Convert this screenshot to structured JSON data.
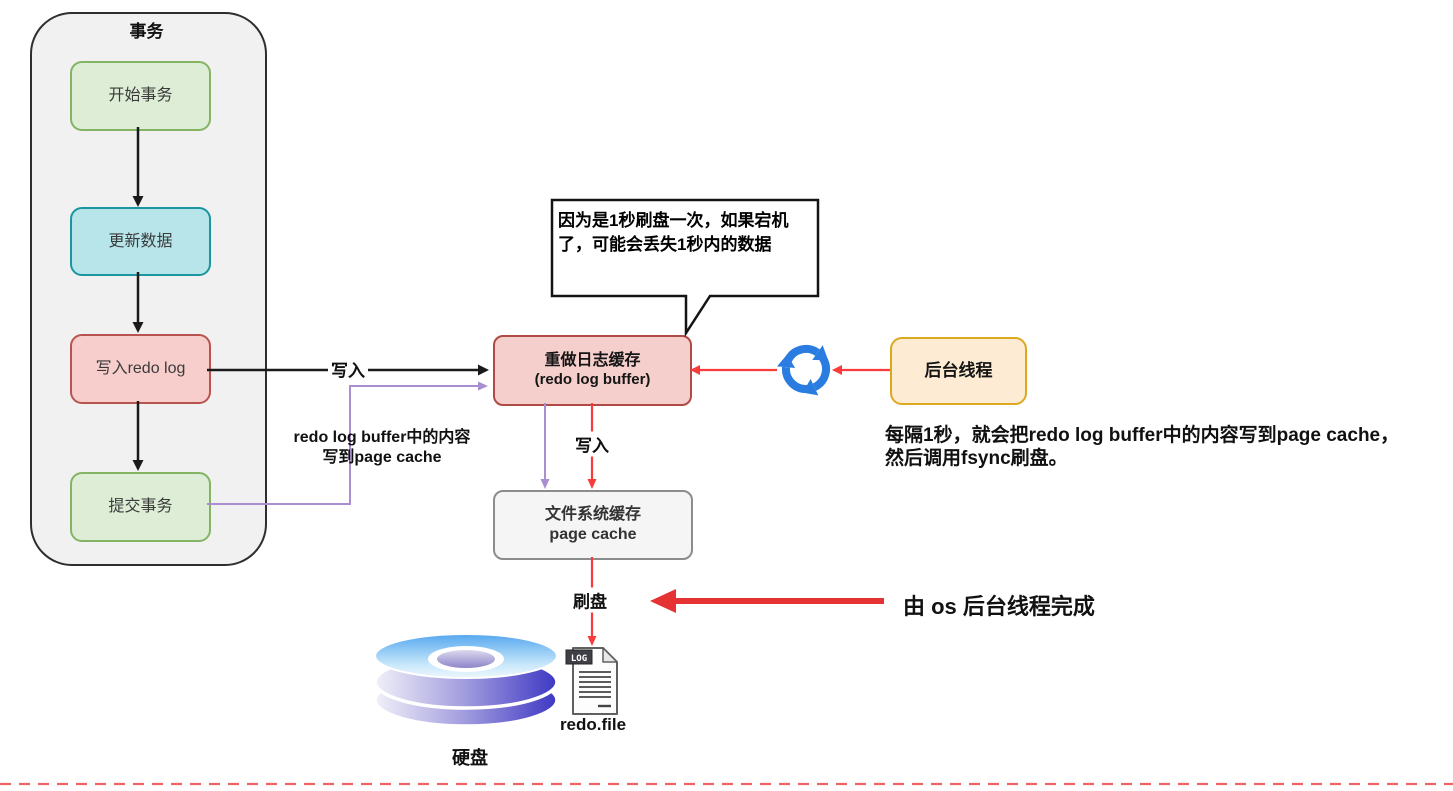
{
  "transaction": {
    "title": "事务",
    "steps": {
      "begin": "开始事务",
      "update": "更新数据",
      "write_redo": "写入redo log",
      "commit": "提交事务"
    }
  },
  "redo_log_buffer": {
    "title": "重做日志缓存",
    "subtitle": "(redo log buffer)"
  },
  "page_cache": {
    "title": "文件系统缓存",
    "subtitle": "page cache"
  },
  "background_thread": {
    "label": "后台线程"
  },
  "callout": {
    "line1": "因为是1秒刷盘一次，如果宕机",
    "line2": "了，可能会丢失1秒内的数据"
  },
  "edge_labels": {
    "write_to_buffer": "写入",
    "write_to_cache": "写入",
    "flush_disk": "刷盘",
    "commit_note_line1": "redo log buffer中的内容",
    "commit_note_line2": "写到page cache"
  },
  "notes": {
    "interval_line1": "每隔1秒，就会把redo log buffer中的内容写到page cache，",
    "interval_line2": "然后调用fsync刷盘。",
    "os_thread": "由 os 后台线程完成"
  },
  "disk": {
    "label": "硬盘"
  },
  "redo_file": {
    "label": "redo.file",
    "badge": "LOG"
  },
  "colors": {
    "green_fill": "#ddedd6",
    "green_border": "#83b463",
    "teal_fill": "#b7e5e9",
    "teal_border": "#1a96a0",
    "red_fill": "#f8cecc",
    "red_border": "#b85450",
    "orange_fill": "#fdecd3",
    "orange_border": "#dca81e",
    "purple_line": "#a98fd0",
    "red_line": "#f93b3b",
    "sync_icon_blue": "#2b7ce0",
    "dashed_line": "#ee6464"
  }
}
